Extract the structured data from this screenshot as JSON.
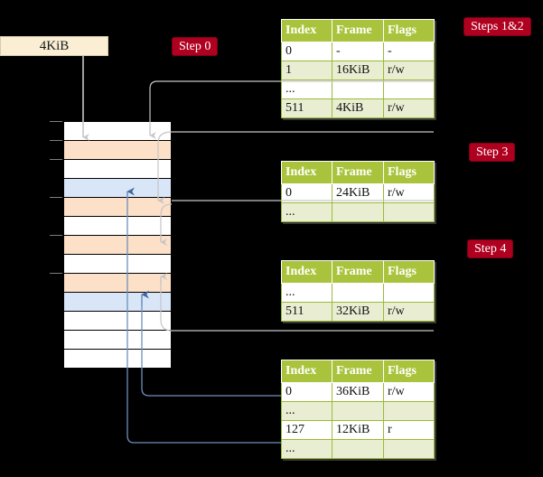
{
  "source_box": {
    "label": "4KiB"
  },
  "badges": [
    {
      "name": "step-0",
      "label": "Step 0"
    },
    {
      "name": "steps-1-2",
      "label": "Steps 1&2"
    },
    {
      "name": "step-3",
      "label": "Step 3"
    },
    {
      "name": "step-4",
      "label": "Step 4"
    }
  ],
  "colors": {
    "badge_bg": "#b00020",
    "table_header_bg": "#a9c43c",
    "table_alt_row_bg": "#e9eed3",
    "highlight_bg": "#f7f4a8",
    "mem_orange": "#fde0c8",
    "mem_blue": "#d9e6f7",
    "source_box_bg": "#faefd4",
    "grey_arrow": "#c0c0c0",
    "blue_arrow": "#5b7fb3",
    "background": "#000000"
  },
  "memory_column": {
    "name": "physical-memory-frames",
    "rows": [
      {
        "index": 0,
        "fill": "white",
        "tick": true
      },
      {
        "index": 1,
        "fill": "orange",
        "tick": true
      },
      {
        "index": 2,
        "fill": "white",
        "tick": true
      },
      {
        "index": 3,
        "fill": "blue",
        "tick": false
      },
      {
        "index": 4,
        "fill": "orange",
        "tick": true
      },
      {
        "index": 5,
        "fill": "white",
        "tick": false
      },
      {
        "index": 6,
        "fill": "orange",
        "tick": true
      },
      {
        "index": 7,
        "fill": "white",
        "tick": false
      },
      {
        "index": 8,
        "fill": "orange",
        "tick": true
      },
      {
        "index": 9,
        "fill": "blue",
        "tick": false
      },
      {
        "index": 10,
        "fill": "white",
        "tick": false
      },
      {
        "index": 11,
        "fill": "white",
        "tick": false
      },
      {
        "index": 12,
        "fill": "white",
        "tick": false
      }
    ]
  },
  "tables": {
    "level4": {
      "name": "page-table-level-4",
      "headers": {
        "index": "Index",
        "frame": "Frame",
        "flags": "Flags"
      },
      "rows": [
        {
          "index": "0",
          "frame": "-",
          "flags": "-",
          "alt": false,
          "highlight": false
        },
        {
          "index": "1",
          "frame": "16KiB",
          "flags": "r/w",
          "alt": true,
          "highlight": false
        },
        {
          "index": "...",
          "frame": "",
          "flags": "",
          "alt": false,
          "highlight": false
        },
        {
          "index": "511",
          "frame": "4KiB",
          "flags": "r/w",
          "alt": true,
          "highlight": true
        }
      ]
    },
    "level3": {
      "name": "page-table-level-3",
      "headers": {
        "index": "Index",
        "frame": "Frame",
        "flags": "Flags"
      },
      "rows": [
        {
          "index": "0",
          "frame": "24KiB",
          "flags": "r/w",
          "alt": false,
          "highlight": false
        },
        {
          "index": "...",
          "frame": "",
          "flags": "",
          "alt": true,
          "highlight": false
        }
      ]
    },
    "level2": {
      "name": "page-table-level-2",
      "headers": {
        "index": "Index",
        "frame": "Frame",
        "flags": "Flags"
      },
      "rows": [
        {
          "index": "...",
          "frame": "",
          "flags": "",
          "alt": false,
          "highlight": false
        },
        {
          "index": "511",
          "frame": "32KiB",
          "flags": "r/w",
          "alt": true,
          "highlight": false
        }
      ]
    },
    "level1": {
      "name": "page-table-level-1",
      "headers": {
        "index": "Index",
        "frame": "Frame",
        "flags": "Flags"
      },
      "rows": [
        {
          "index": "0",
          "frame": "36KiB",
          "flags": "r/w",
          "alt": false,
          "highlight": false
        },
        {
          "index": "...",
          "frame": "",
          "flags": "",
          "alt": true,
          "highlight": false
        },
        {
          "index": "127",
          "frame": "12KiB",
          "flags": "r",
          "alt": false,
          "highlight": false
        },
        {
          "index": "...",
          "frame": "",
          "flags": "",
          "alt": true,
          "highlight": false
        }
      ]
    }
  }
}
